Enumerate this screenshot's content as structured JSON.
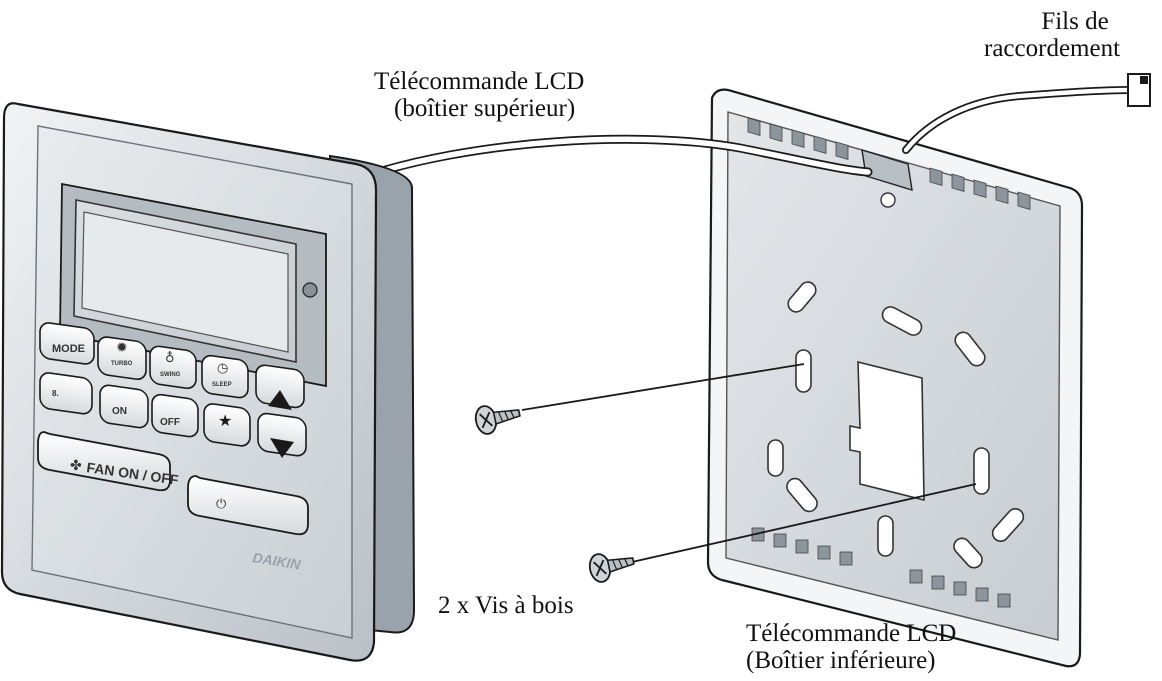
{
  "labels": {
    "connection_wires": {
      "line1": "Fils de",
      "line2": "raccordement"
    },
    "upper_case": {
      "line1": "Télécommande LCD",
      "line2": "(boîtier supérieur)"
    },
    "screws": "2 x Vis à bois",
    "lower_case": {
      "line1": "Télécommande LCD",
      "line2": "(Boîtier inférieure)"
    }
  },
  "remote": {
    "buttons": {
      "mode": "MODE",
      "turbo": "TURBO",
      "swing": "SWING",
      "sleep": "SLEEP",
      "timer_on": "ON",
      "timer_off": "OFF",
      "fan_on_off": "FAN ON / OFF"
    },
    "brand": "DAIKIN"
  },
  "colors": {
    "line": "#1a1a1a",
    "panel": "#dfe3e6",
    "panel_dark": "#8c949c",
    "button": "#f2f4f5"
  }
}
